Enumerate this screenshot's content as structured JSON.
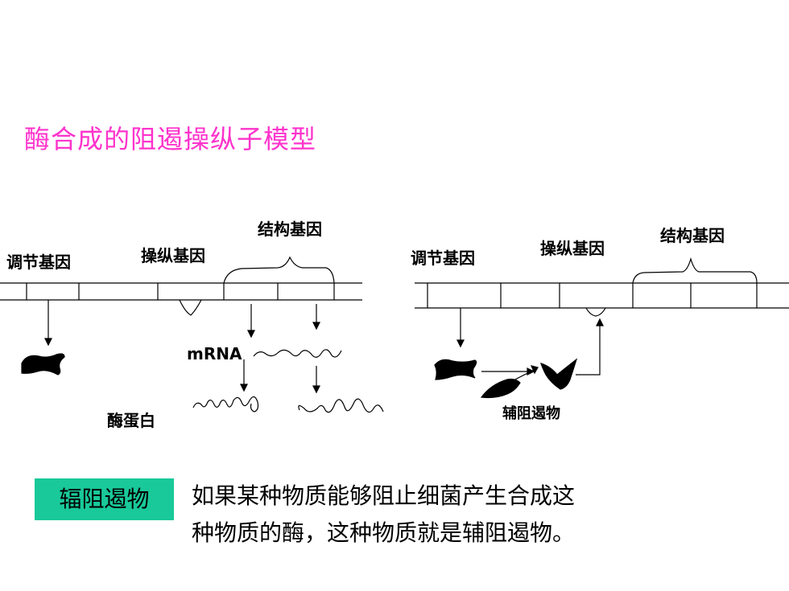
{
  "title": "酶合成的阻遏操纵子模型",
  "left_panel": {
    "regulator_gene": "调节基因",
    "operator_gene": "操纵基因",
    "structural_gene": "结构基因",
    "mrna": "mRNA",
    "enzyme_protein": "酶蛋白"
  },
  "right_panel": {
    "regulator_gene": "调节基因",
    "operator_gene": "操纵基因",
    "structural_gene": "结构基因",
    "corepressor": "辅阻遏物"
  },
  "callout": {
    "badge": "辐阻遏物",
    "line1": "如果某种物质能够阻止细菌产生合成这",
    "line2": "种物质的酶，这种物质就是辅阻遏物。"
  },
  "colors": {
    "title": "#ff33cc",
    "badge_bg": "#19c99a"
  }
}
